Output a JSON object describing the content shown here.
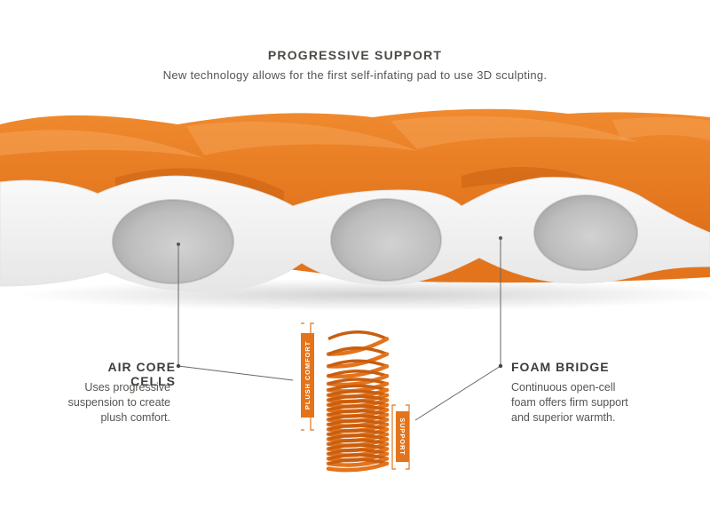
{
  "header": {
    "title": "PROGRESSIVE SUPPORT",
    "subtitle": "New technology allows for the first self-infating pad to use 3D sculpting."
  },
  "callouts": {
    "air_core": {
      "title": "AIR CORE CELLS",
      "body_lines": [
        "Uses progressive",
        "suspension to create",
        "plush comfort."
      ]
    },
    "foam_bridge": {
      "title": "FOAM BRIDGE",
      "body_lines": [
        "Continuous open-cell",
        "foam offers firm support",
        "and superior warmth."
      ]
    }
  },
  "spring_tags": {
    "plush": "PLUSH COMFORT",
    "support": "SUPPORT"
  },
  "colors": {
    "fabric_orange": "#ef7d1f",
    "fabric_shadow": "#c85e10",
    "foam_white": "#f2f2f2",
    "cell_gray": "#c4c4c4",
    "accent": "#e3741c",
    "leader_line": "#555555"
  }
}
